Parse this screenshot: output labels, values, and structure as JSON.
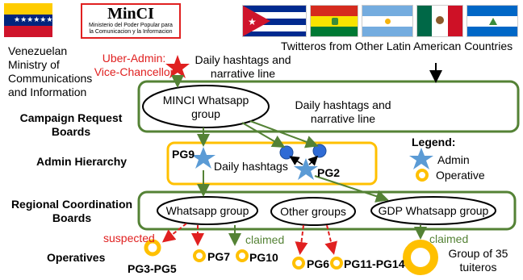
{
  "logo": {
    "title": "MinCI",
    "subtitle_line1": "Ministerio del Poder Popular para",
    "subtitle_line2": "la Comunicacion y la Informacion"
  },
  "venezuela_ministry": [
    "Venezuelan",
    "Ministry of",
    "Communications",
    "and Information"
  ],
  "uber_admin": [
    "Uber-Admin:",
    "Vice-Chancellor"
  ],
  "daily_top": [
    "Daily hashtags and",
    "narrative line"
  ],
  "twitteros": "Twitteros from Other Latin American Countries",
  "rows": {
    "campaign": [
      "Campaign Request",
      "Boards"
    ],
    "admin": "Admin Hierarchy",
    "regional": [
      "Regional Coordination",
      "Boards"
    ],
    "operatives": "Operatives"
  },
  "minci_group": [
    "MINCI Whatsapp",
    "group"
  ],
  "campaign_text": [
    "Daily hashtags and",
    "narrative line"
  ],
  "pg9": "PG9",
  "admin_daily": "Daily hashtags",
  "pg2": "PG2",
  "legend": {
    "title": "Legend:",
    "admin": "Admin",
    "operative": "Operative"
  },
  "groups": {
    "whatsapp": "Whatsapp group",
    "other": "Other groups",
    "gdp": "GDP Whatsapp group"
  },
  "suspected": "suspected",
  "claimed_1": "claimed",
  "claimed_2": "claimed",
  "ops": {
    "pg3": "PG3-PG5",
    "pg7": "PG7",
    "pg10": "PG10",
    "pg6": "PG6",
    "pg11": "PG11-PG14"
  },
  "group35": [
    "Group of 35",
    "tuiteros"
  ],
  "colors": {
    "green": "#548235",
    "red": "#e02020",
    "yellow": "#ffc000",
    "star_blue": "#5b9bd5",
    "dot_blue": "#2f6bd5"
  }
}
